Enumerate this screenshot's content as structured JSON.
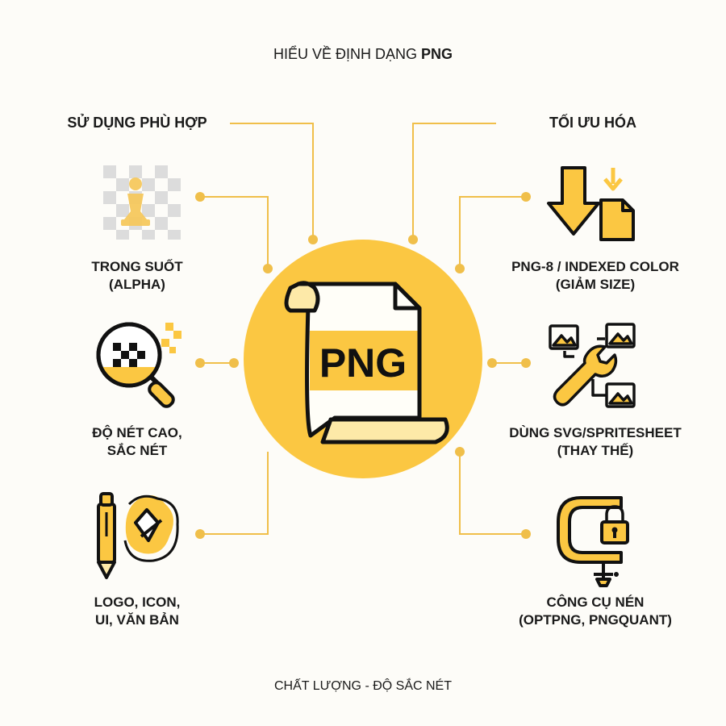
{
  "title_prefix": "Hiểu về định dạng",
  "title_strong": "PNG",
  "center_label": "PNG",
  "left_heading": "Sử dụng phù hợp",
  "right_heading": "Tối ưu hóa",
  "left_items": [
    {
      "label": "Trong suốt\n(Alpha)",
      "icon": "transparency-checker-icon"
    },
    {
      "label": "Độ nét cao,\nsắc nét",
      "icon": "magnifier-pixels-icon"
    },
    {
      "label": "Logo, icon,\nUI, văn bản",
      "icon": "pen-logo-icon"
    }
  ],
  "right_items": [
    {
      "label": "PNG-8 / Indexed Color\n(Giảm size)",
      "icon": "download-file-icon"
    },
    {
      "label": "Dùng SVG/Spritesheet\n(Thay thế)",
      "icon": "wrench-images-icon"
    },
    {
      "label": "Công cụ nén\n(OptPNG, PNGQuant)",
      "icon": "clamp-lock-icon"
    }
  ],
  "footer": "Chất lượng - Độ sắc nét",
  "colors": {
    "accent": "#fbc742",
    "line": "#f0bf4a",
    "dark": "#1a1a1a",
    "pale": "#fde9a8"
  }
}
